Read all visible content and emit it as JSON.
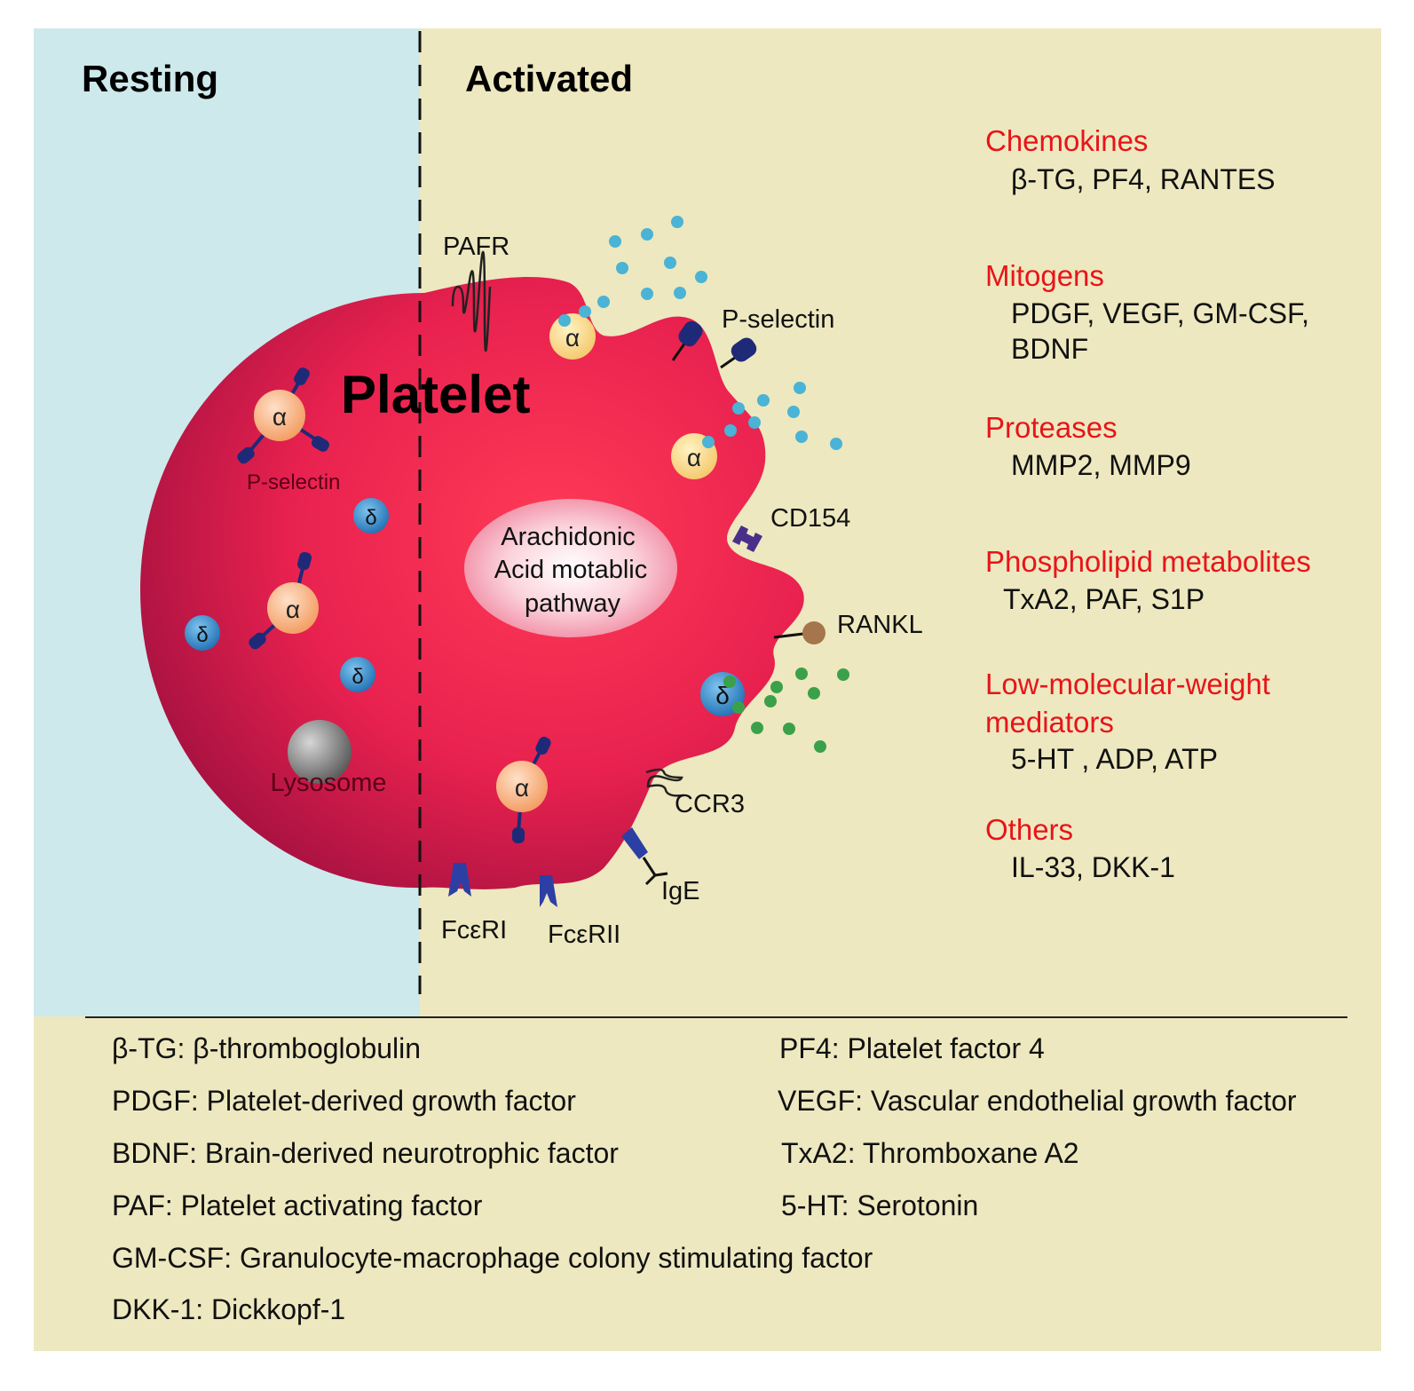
{
  "headers": {
    "resting": "Resting",
    "activated": "Activated"
  },
  "platelet": {
    "title": "Platelet",
    "pathway": [
      "Arachidonic",
      "Acid motablic",
      "pathway"
    ],
    "alpha_symbol": "α",
    "delta_symbol": "δ",
    "lysosome_label": "Lysosome",
    "pselectin_inner_label": "P-selectin"
  },
  "receptors": {
    "pafr": "PAFR",
    "pselectin": "P-selectin",
    "cd154": "CD154",
    "rankl": "RANKL",
    "ccr3": "CCR3",
    "ige": "IgE",
    "fceri": "FcεRI",
    "fceril": "FcεRII"
  },
  "categories": [
    {
      "name": "Chemokines",
      "items": [
        "β-TG, PF4, RANTES"
      ]
    },
    {
      "name": "Mitogens",
      "items": [
        "PDGF, VEGF, GM-CSF,",
        "BDNF"
      ]
    },
    {
      "name": "Proteases",
      "items": [
        "MMP2, MMP9"
      ]
    },
    {
      "name": "Phospholipid metabolites",
      "items": [
        "TxA2, PAF, S1P"
      ]
    },
    {
      "name": "Low-molecular-weight",
      "name2": "mediators",
      "items": [
        "5-HT , ADP, ATP"
      ]
    },
    {
      "name": "Others",
      "items": [
        "IL-33, DKK-1"
      ]
    }
  ],
  "glossary": {
    "left": [
      "β-TG: β-thromboglobulin",
      "PDGF: Platelet-derived growth factor",
      "BDNF: Brain-derived neurotrophic factor",
      "PAF: Platelet activating factor",
      "GM-CSF: Granulocyte-macrophage colony stimulating factor",
      "DKK-1: Dickkopf-1"
    ],
    "right": [
      "PF4: Platelet factor 4",
      "VEGF: Vascular endothelial growth factor",
      "TxA2: Thromboxane A2",
      "5-HT: Serotonin"
    ]
  },
  "colors": {
    "resting_bg": "#cde9ec",
    "activated_bg": "#ede8bf",
    "platelet": "#e62955",
    "category_text": "#e8141a",
    "alpha_granule": "#f5a877",
    "delta_granule": "#3d8ec9",
    "receptor": "#1e2a78",
    "cyan_dots": "#4ab3d6",
    "green_dots": "#3aa14a"
  }
}
